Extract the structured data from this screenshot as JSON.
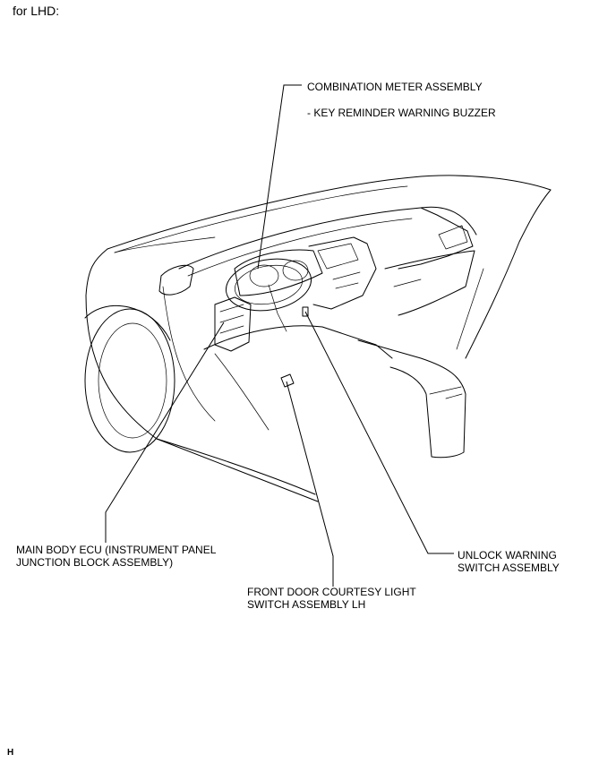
{
  "header": {
    "title": "for LHD:"
  },
  "callouts": {
    "combination_meter": "COMBINATION METER ASSEMBLY",
    "key_reminder": "- KEY REMINDER WARNING BUZZER",
    "main_body_ecu_line1": "MAIN BODY ECU (INSTRUMENT PANEL",
    "main_body_ecu_line2": "JUNCTION BLOCK ASSEMBLY)",
    "front_door_line1": "FRONT DOOR COURTESY LIGHT",
    "front_door_line2": "SWITCH ASSEMBLY LH",
    "unlock_warning_line1": "UNLOCK WARNING",
    "unlock_warning_line2": "SWITCH ASSEMBLY"
  },
  "footer": {
    "code": "H"
  }
}
